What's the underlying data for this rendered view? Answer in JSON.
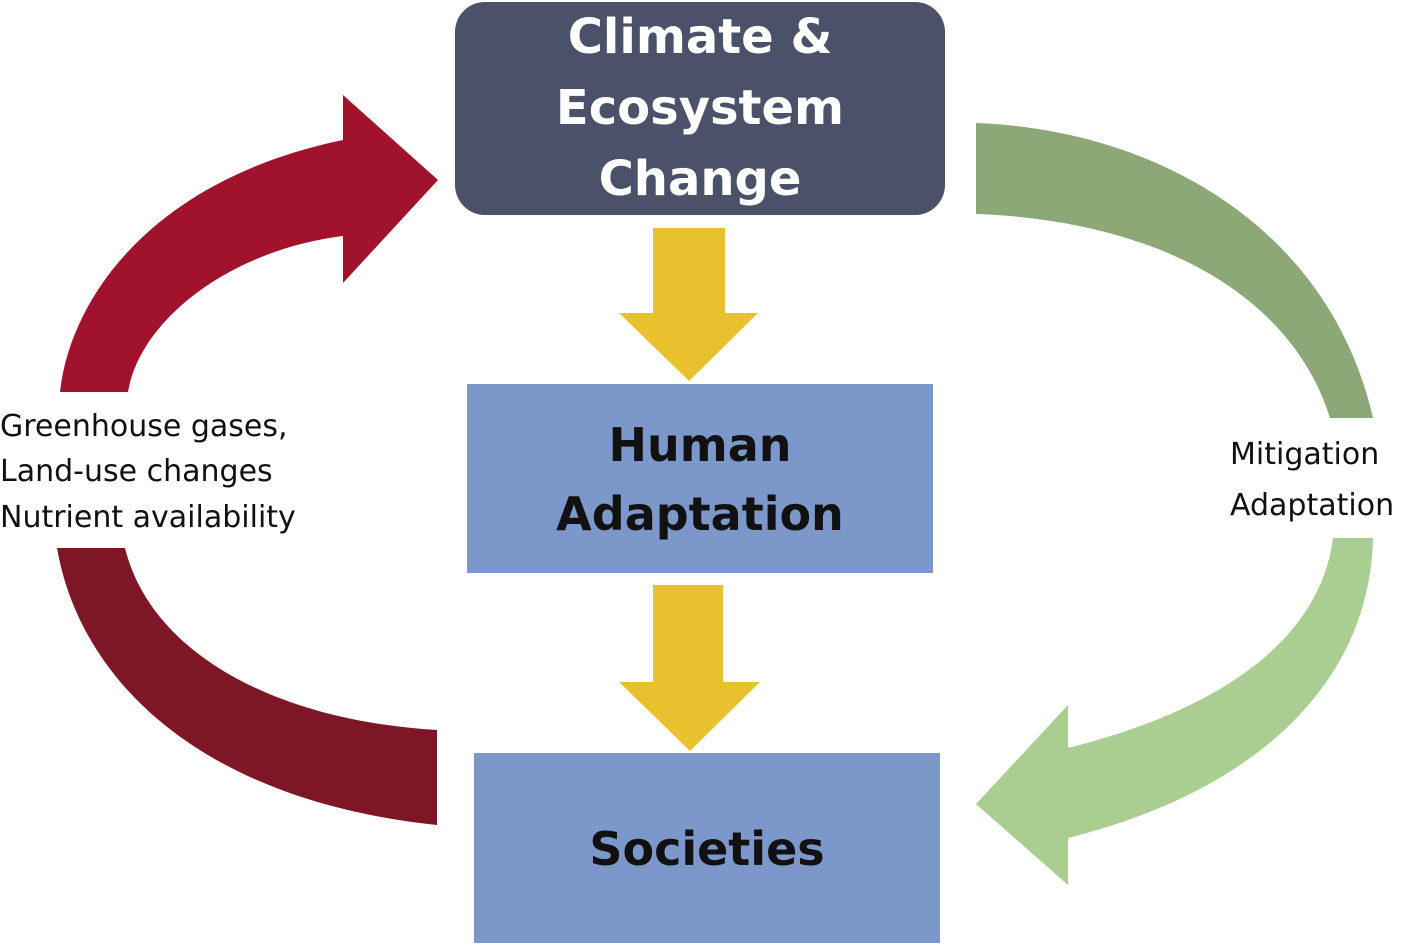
{
  "boxes": {
    "climate": {
      "lines": [
        "Climate &",
        "Ecosystem",
        "Change"
      ]
    },
    "adaptation": {
      "lines": [
        "Human",
        "Adaptation"
      ]
    },
    "societies": {
      "lines": [
        "Societies"
      ]
    }
  },
  "left_label": {
    "lines": [
      "Greenhouse gases,",
      "Land-use changes",
      "Nutrient availability"
    ]
  },
  "right_label": {
    "lines": [
      "Mitigation",
      "Adaptation"
    ]
  },
  "colors": {
    "climate_box": "#4a5168",
    "blue_box": "#7c98cb",
    "yellow_arrow": "#e8c22e",
    "red_upper": "#a1132c",
    "red_lower": "#7d1726",
    "green_upper": "#8ca876",
    "green_lower": "#aace92",
    "climate_text": "#ffffff",
    "box_text": "#111111"
  }
}
